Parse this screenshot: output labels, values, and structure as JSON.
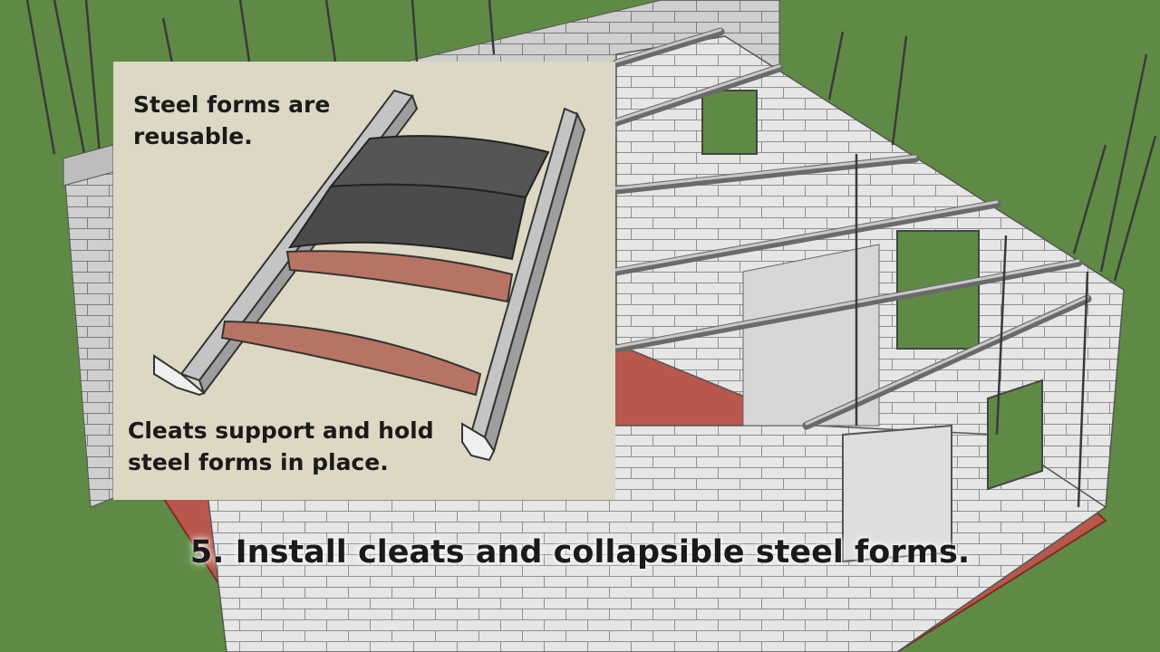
{
  "inset": {
    "note_reusable": "Steel forms are reusable.",
    "note_cleats": "Cleats support and hold steel forms in place."
  },
  "caption": "5. Install cleats and collapsible steel forms.",
  "colors": {
    "ground": "#5f8a45",
    "slab": "#b8584c",
    "block": "#e6e6e6",
    "inset_bg": "#dcd8c4",
    "steel_form": "#4f4f4f",
    "cleat": "#b87462"
  }
}
